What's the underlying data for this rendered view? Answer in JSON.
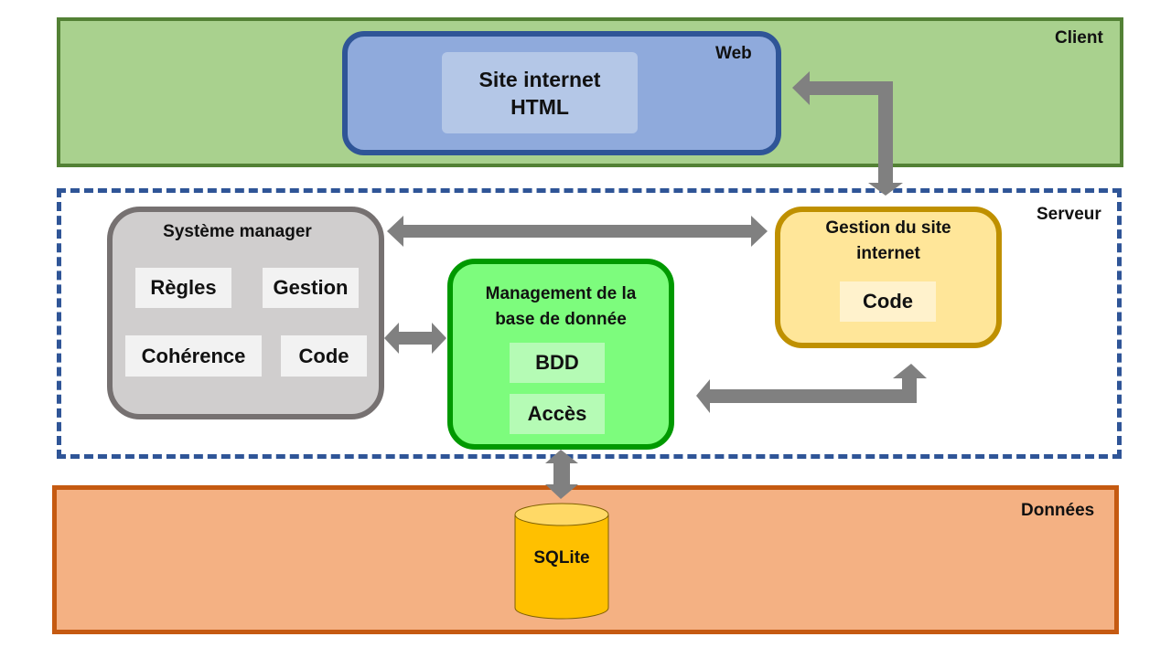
{
  "tiers": {
    "client": "Client",
    "serveur": "Serveur",
    "donnees": "Données"
  },
  "web": {
    "label": "Web",
    "site_line1": "Site internet",
    "site_line2": "HTML"
  },
  "systeme_manager": {
    "title": "Système manager",
    "items": [
      "Règles",
      "Gestion",
      "Cohérence",
      "Code"
    ]
  },
  "management_bdd": {
    "title_line1": "Management de la",
    "title_line2": "base de donnée",
    "items": [
      "BDD",
      "Accès"
    ]
  },
  "gestion_site": {
    "title_line1": "Gestion du site",
    "title_line2": "internet",
    "items": [
      "Code"
    ]
  },
  "database": {
    "label": "SQLite"
  },
  "colors": {
    "client_fill": "#a9d18e",
    "server_border": "#2f5597",
    "data_fill": "#f4b183",
    "arrow": "#808080",
    "sqlite_fill": "#ffc000"
  }
}
